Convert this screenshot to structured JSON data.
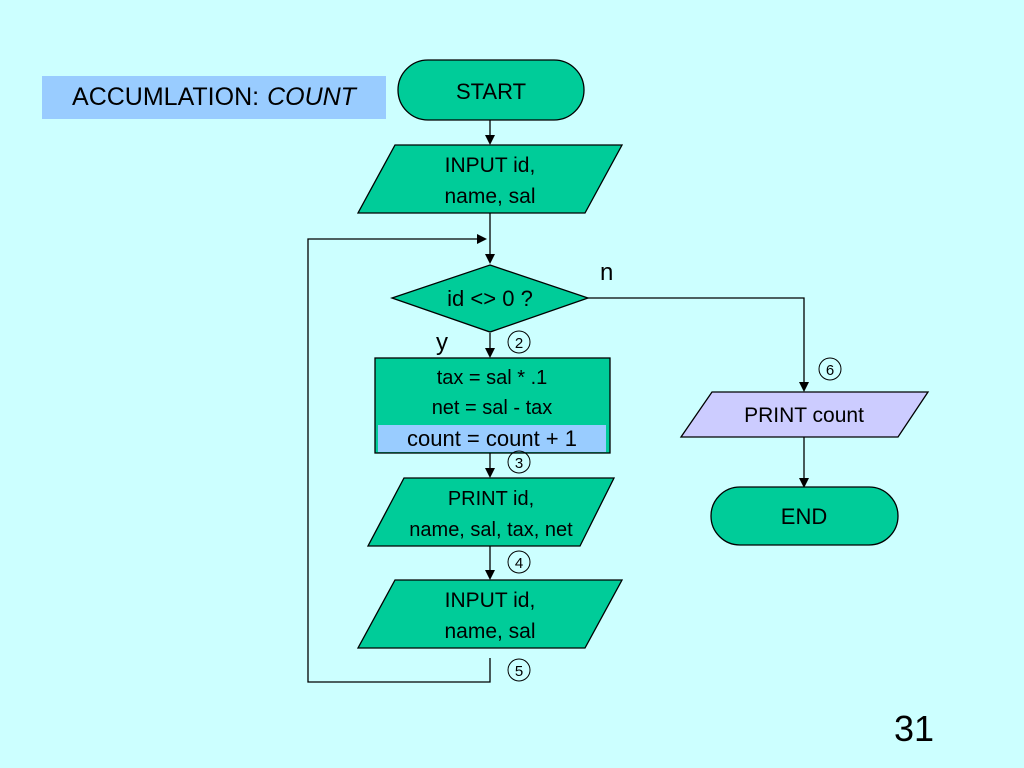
{
  "title": {
    "prefix": "ACCUMLATION:",
    "emphasis": "COUNT"
  },
  "page_number": "31",
  "colors": {
    "background": "#ccffff",
    "title_box": "#99ccff",
    "shape_fill": "#00cc99",
    "print_count_fill": "#ccccff",
    "highlight": "#99ccff",
    "line": "#000000"
  },
  "nodes": {
    "start": "START",
    "input1": [
      "INPUT id,",
      "name, sal"
    ],
    "decision": "id <> 0 ?",
    "process": [
      "tax = sal * .1",
      "net = sal - tax",
      "count = count + 1"
    ],
    "print1": [
      "PRINT id,",
      "name, sal, tax, net"
    ],
    "input2": [
      "INPUT id,",
      "name, sal"
    ],
    "print_count": "PRINT count",
    "end": "END"
  },
  "labels": {
    "yes": "y",
    "no": "n"
  },
  "markers": [
    "2",
    "3",
    "4",
    "5",
    "6"
  ]
}
